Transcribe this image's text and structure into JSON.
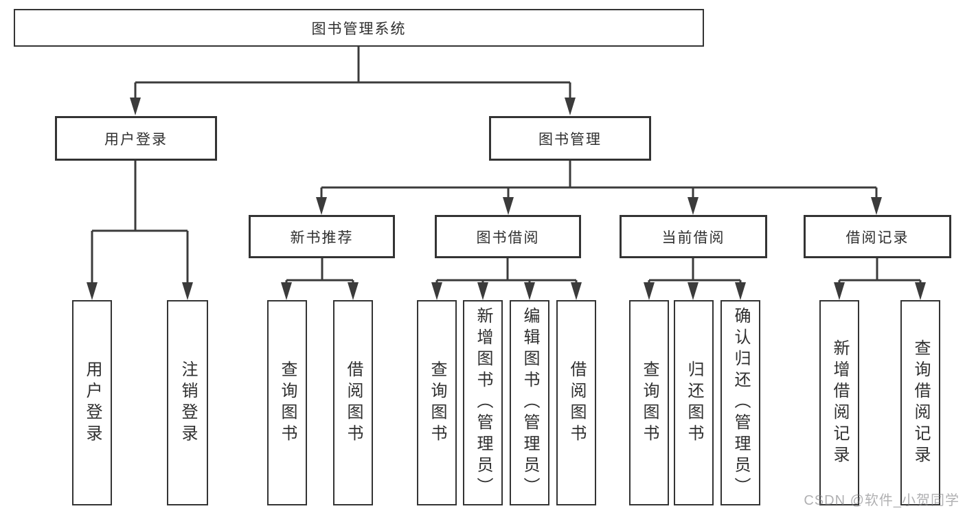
{
  "diagram": {
    "type": "hierarchy-tree",
    "colors": {
      "line": "#3b3b3b",
      "box_border": "#333333",
      "box_fill": "#ffffff",
      "text": "#2f2f2f",
      "watermark_text": "#808082"
    },
    "watermark": "CSDN @软件_小贺同学",
    "tree": {
      "label": "图书管理系统",
      "children": [
        {
          "label": "用户登录",
          "children": [
            {
              "label": "用户登录"
            },
            {
              "label": "注销登录"
            }
          ]
        },
        {
          "label": "图书管理",
          "children": [
            {
              "label": "新书推荐",
              "children": [
                {
                  "label": "查询图书"
                },
                {
                  "label": "借阅图书"
                }
              ]
            },
            {
              "label": "图书借阅",
              "children": [
                {
                  "label": "查询图书"
                },
                {
                  "label": "新增图书（管理员）"
                },
                {
                  "label": "编辑图书（管理员）"
                },
                {
                  "label": "借阅图书"
                }
              ]
            },
            {
              "label": "当前借阅",
              "children": [
                {
                  "label": "查询图书"
                },
                {
                  "label": "归还图书"
                },
                {
                  "label": "确认归还（管理员）"
                }
              ]
            },
            {
              "label": "借阅记录",
              "children": [
                {
                  "label": "新增借阅记录"
                },
                {
                  "label": "查询借阅记录"
                }
              ]
            }
          ]
        }
      ]
    }
  }
}
